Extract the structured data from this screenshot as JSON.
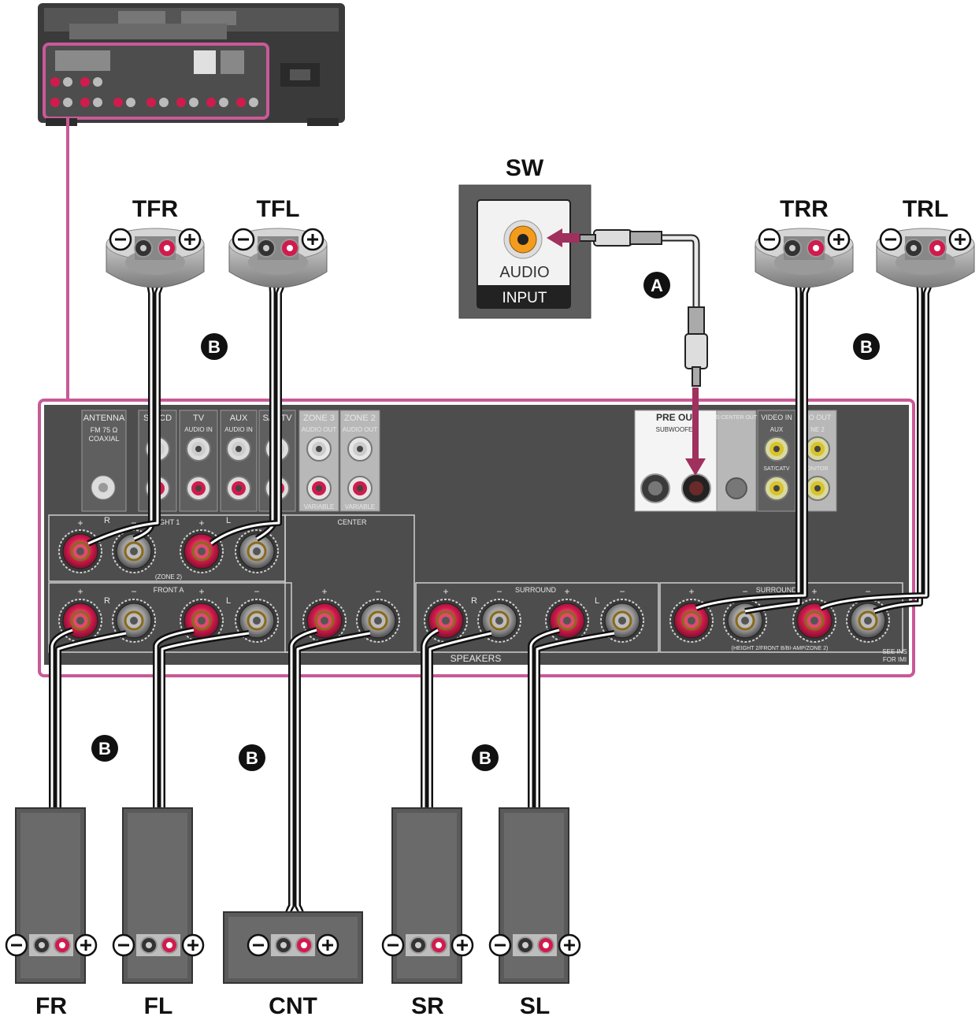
{
  "colors": {
    "accent_pink": "#c85a96",
    "terminal_red": "#d11b4d",
    "panel_gray": "#4d4d4d",
    "arrow_maroon": "#a0305e"
  },
  "top_speakers": [
    {
      "id": "tfr",
      "label": "TFR"
    },
    {
      "id": "tfl",
      "label": "TFL"
    },
    {
      "id": "trr",
      "label": "TRR"
    },
    {
      "id": "trl",
      "label": "TRL"
    }
  ],
  "floor_speakers": [
    {
      "id": "fr",
      "label": "FR"
    },
    {
      "id": "fl",
      "label": "FL"
    },
    {
      "id": "cnt",
      "label": "CNT"
    },
    {
      "id": "sr",
      "label": "SR"
    },
    {
      "id": "sl",
      "label": "SL"
    }
  ],
  "subwoofer": {
    "label": "SW",
    "audio_label": "AUDIO",
    "input_label": "INPUT"
  },
  "cable_markers": {
    "a": "A",
    "b": "B"
  },
  "polarity": {
    "minus": "−",
    "plus": "+"
  },
  "panel": {
    "antenna": "ANTENNA",
    "fm": "FM 75 Ω",
    "coaxial": "COAXIAL",
    "sat_cd": "SA  /CD",
    "tv": "TV",
    "aux": "AUX",
    "sat_catv": "SA   ATV",
    "audio_in": "AUDIO IN",
    "zone3": "ZONE 3",
    "zone2": "ZONE 2",
    "audio_out": "AUDIO OUT",
    "variable": "VARIABLE",
    "pre_out": "PRE OU",
    "subwoofer": "SUBWOOFE",
    "s_center_out": "S-CENTER OUT",
    "video_in": "VIDEO IN",
    "video_out": "EO OUT",
    "aux_small": "AUX",
    "zone2_small": "NE 2",
    "sat_catv_small": "SAT/CATV",
    "monitor": "ONITOR",
    "height1": "IGHT 1",
    "zone2_paren": "(ZONE 2)",
    "center": "CENTER",
    "front_a": "FRONT A",
    "surround": "SURROUND",
    "surround_b": "SURROUND B",
    "height2": "(HEIGHT 2/FRONT B/BI-AMP/ZONE 2)",
    "speakers": "SPEAKERS",
    "see_ins": "SEE INS",
    "for_imp": "FOR IMI",
    "r": "R",
    "l": "L"
  }
}
